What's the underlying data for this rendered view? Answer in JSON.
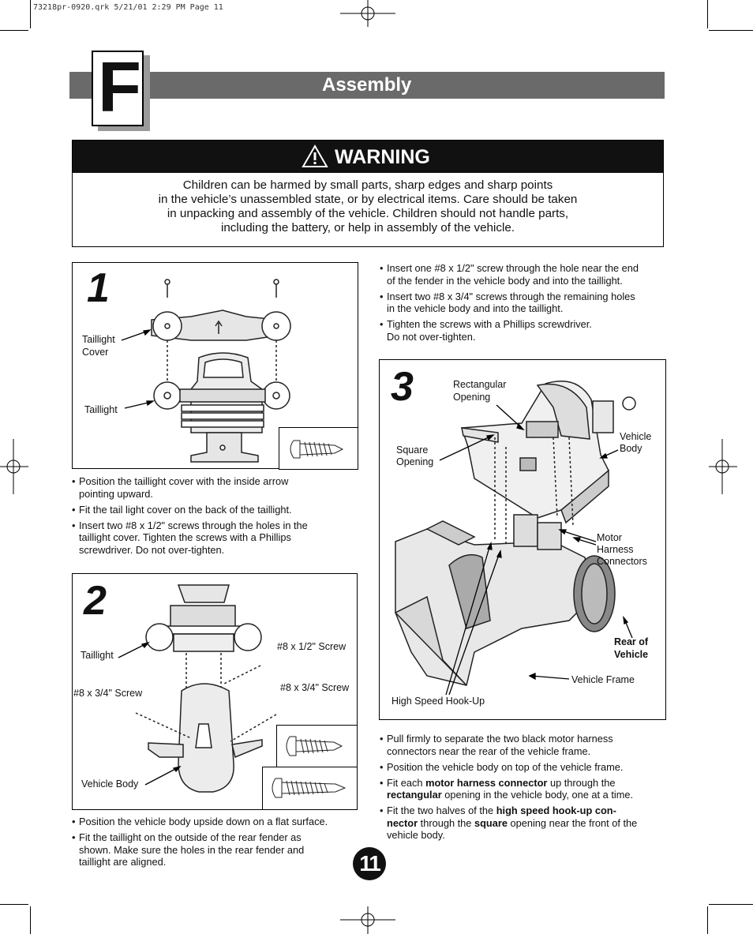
{
  "slug": "73218pr-0920.qrk  5/21/01  2:29 PM  Page 11",
  "header": {
    "section_letter": "F",
    "title": "Assembly"
  },
  "warning": {
    "title": "WARNING",
    "lines": [
      "Children can be harmed by small parts, sharp edges and sharp points",
      "in the vehicle’s unassembled state, or by electrical items. Care should be taken",
      "in unpacking and assembly of the vehicle. Children should not handle parts,",
      "including the battery, or help in assembly of the vehicle."
    ]
  },
  "step1": {
    "number": "1",
    "labels": {
      "taillight_cover_1": "Taillight",
      "taillight_cover_2": "Cover",
      "taillight": "Taillight"
    },
    "bullets": [
      [
        "Position the taillight cover with the inside arrow",
        "pointing upward."
      ],
      [
        "Fit the tail light cover on the back of the taillight."
      ],
      [
        "Insert two #8 x 1/2\" screws through the holes in the",
        "taillight cover. Tighten the screws with a Phillips",
        "screwdriver. Do not over-tighten."
      ]
    ]
  },
  "step2": {
    "number": "2",
    "labels": {
      "taillight": "Taillight",
      "screw_half": "#8 x 1/2\" Screw",
      "screw_3q_left": "#8 x 3/4\" Screw",
      "screw_3q_right": "#8 x 3/4\" Screw",
      "vehicle_body": "Vehicle Body"
    },
    "bullets": [
      [
        "Position the vehicle body upside down on a flat surface."
      ],
      [
        "Fit the taillight on the outside of the rear fender as",
        "shown. Make sure the holes in the rear fender and",
        "taillight are aligned."
      ]
    ]
  },
  "right_top_bullets": [
    [
      "Insert one #8 x 1/2\" screw through the hole near the end",
      "of the fender in the vehicle body and into the taillight."
    ],
    [
      "Insert two #8 x 3/4\" screws through the remaining holes",
      "in the vehicle body and into the taillight."
    ],
    [
      "Tighten the screws with a Phillips screwdriver.",
      "Do not over-tighten."
    ]
  ],
  "step3": {
    "number": "3",
    "labels": {
      "rect_1": "Rectangular",
      "rect_2": "Opening",
      "square_1": "Square",
      "square_2": "Opening",
      "vbody_1": "Vehicle",
      "vbody_2": "Body",
      "motor_1": "Motor",
      "motor_2": "Harness",
      "motor_3": "Connectors",
      "rear_1": "Rear of",
      "rear_2": "Vehicle",
      "frame": "Vehicle Frame",
      "hookup": "High Speed Hook-Up"
    },
    "bullets": {
      "b1_l1": "Pull firmly to separate the two black motor harness",
      "b1_l2": "connectors near the rear of the vehicle frame.",
      "b2": "Position the vehicle body on top of the vehicle frame.",
      "b3_pre": "Fit each ",
      "b3_bold": "motor harness connector",
      "b3_post": " up through the",
      "b3_l2_bold": "rectangular",
      "b3_l2_post": " opening in the vehicle body, one at a time.",
      "b4_pre": "Fit the two halves of the ",
      "b4_bold": "high speed hook-up con-",
      "b4_l2_bold": "nector",
      "b4_l2_mid": " through the ",
      "b4_l2_bold2": "square",
      "b4_l2_post": " opening near the front of the",
      "b4_l3": "vehicle body."
    }
  },
  "page_number": "11"
}
